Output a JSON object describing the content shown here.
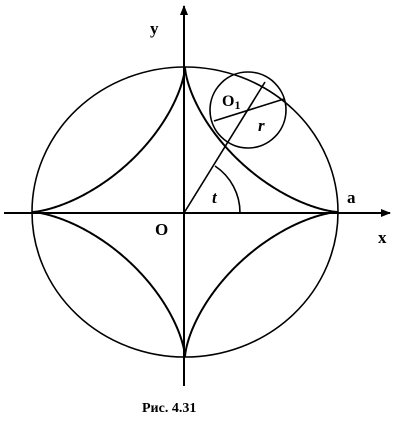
{
  "labels": {
    "x_axis": "x",
    "y_axis": "y",
    "origin": "O",
    "point_a": "a",
    "center_main": "O",
    "center_sub": "1",
    "radius": "r",
    "angle": "t"
  },
  "caption": "Рис. 4.31",
  "colors": {
    "ink": "#000000",
    "background": "#ffffff"
  }
}
